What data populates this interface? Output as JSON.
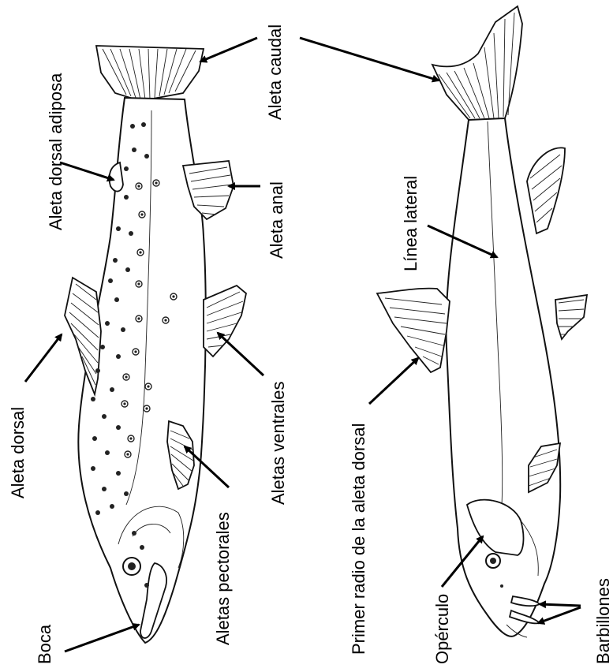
{
  "labels": {
    "aleta_dorsal_adiposa": "Aleta dorsal adiposa",
    "aleta_caudal": "Aleta caudal",
    "aleta_anal": "Aleta anal",
    "linea_lateral": "Línea lateral",
    "aleta_dorsal": "Aleta dorsal",
    "aletas_ventrales": "Aletas ventrales",
    "primer_radio": "Primer radio de la aleta dorsal",
    "aletas_pectorales": "Aletas pectorales",
    "boca": "Boca",
    "operculo": "Opérculo",
    "barbillones": "Barbillones"
  }
}
